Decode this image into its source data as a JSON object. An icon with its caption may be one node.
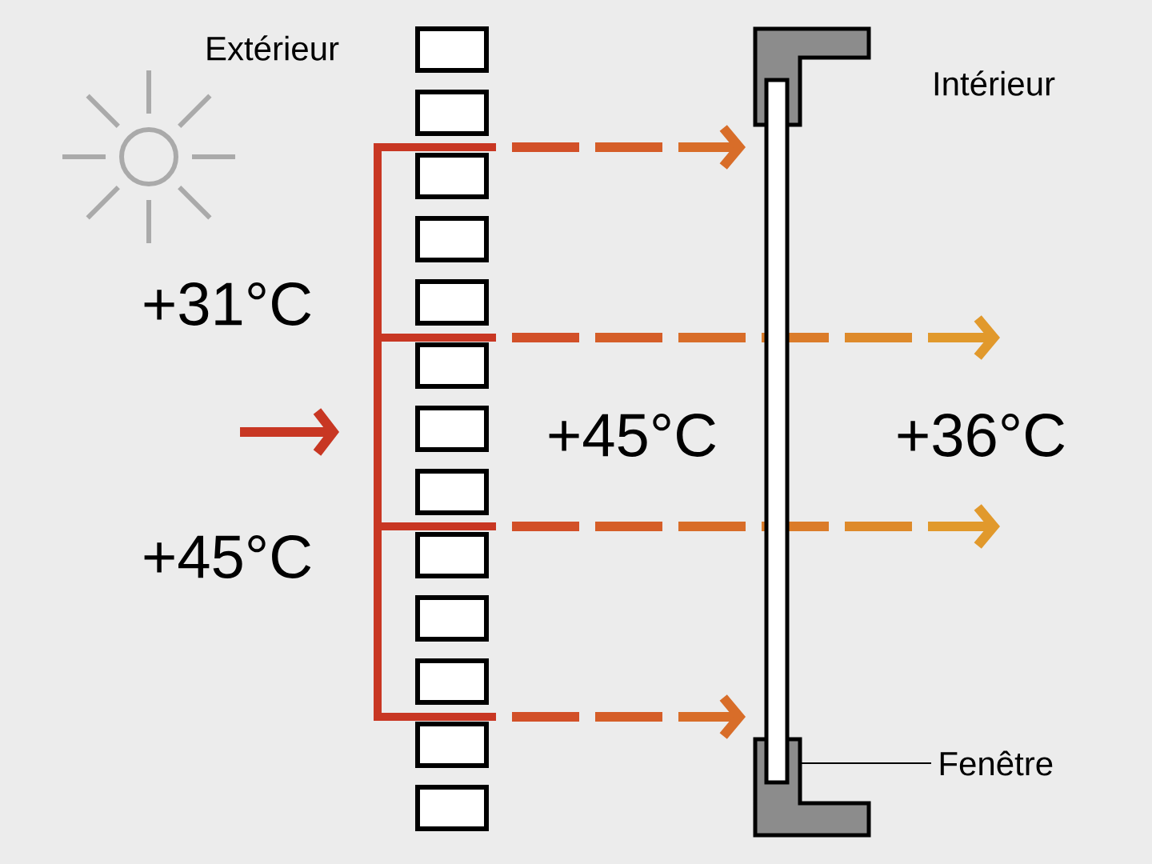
{
  "diagram": {
    "nodes": [
      {
        "text": [
          "Fenêtre"
        ]
      },
      {
        "text": [],
        "shape": "box"
      }
    ],
    "edges": [
      {
        "from": 0,
        "to": 1,
        "arrow": "none"
      }
    ],
    "labels": [
      "Extérieur",
      "Intérieur",
      "+31°C",
      "+45°C",
      "+36°C",
      "+45°C"
    ]
  }
}
